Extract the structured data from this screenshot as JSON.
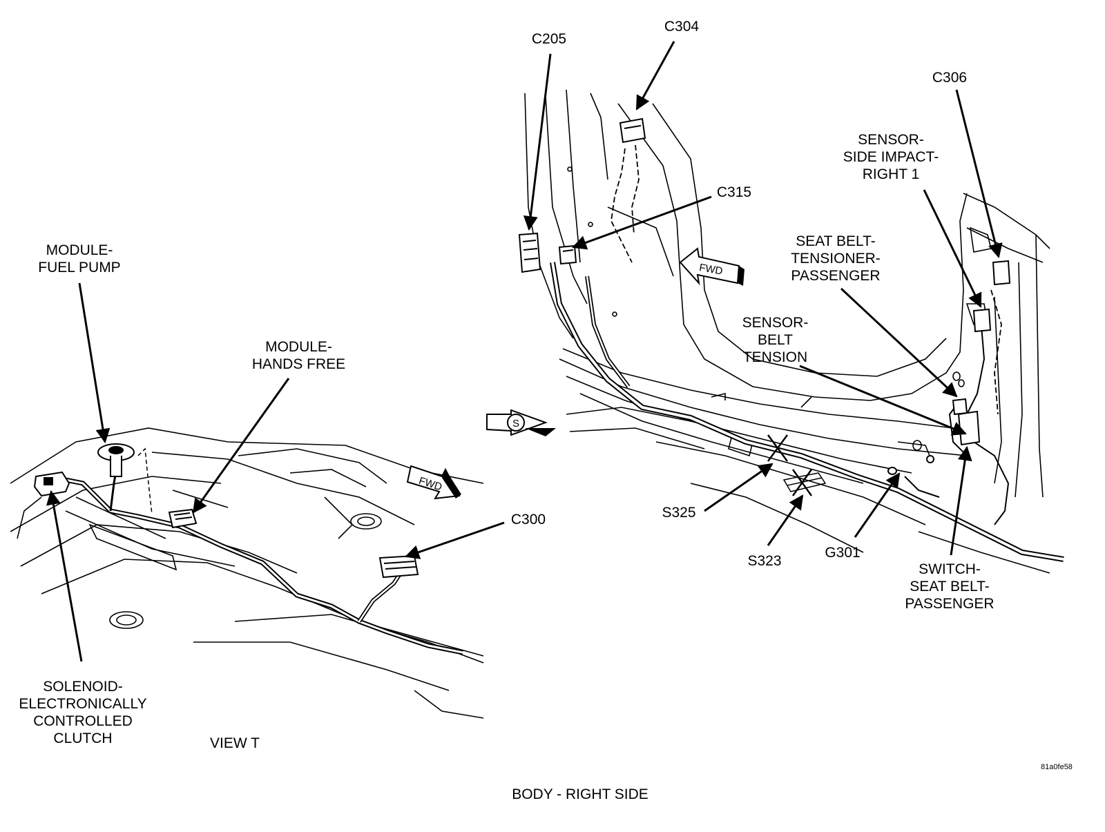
{
  "caption": "BODY - RIGHT SIDE",
  "image_code": "81a0fe58",
  "view_label": "VIEW T",
  "labels": {
    "module_fuel_pump": [
      "MODULE-",
      "FUEL PUMP"
    ],
    "module_hands_free": [
      "MODULE-",
      "HANDS FREE"
    ],
    "solenoid_clutch": [
      "SOLENOID-",
      "ELECTRONICALLY",
      "CONTROLLED",
      "CLUTCH"
    ],
    "c300": "C300",
    "c205": "C205",
    "c304": "C304",
    "c315": "C315",
    "c306": "C306",
    "sensor_side_impact": [
      "SENSOR-",
      "SIDE IMPACT-",
      "RIGHT 1"
    ],
    "seat_belt_tensioner": [
      "SEAT BELT-",
      "TENSIONER-",
      "PASSENGER"
    ],
    "sensor_belt_tension": [
      "SENSOR-",
      "BELT",
      "TENSION"
    ],
    "s325": "S325",
    "s323": "S323",
    "g301": "G301",
    "switch_seat_belt": [
      "SWITCH-",
      "SEAT BELT-",
      "PASSENGER"
    ]
  },
  "fwd_arrows": [
    "FWD",
    "FWD"
  ],
  "splice_symbol": "S"
}
